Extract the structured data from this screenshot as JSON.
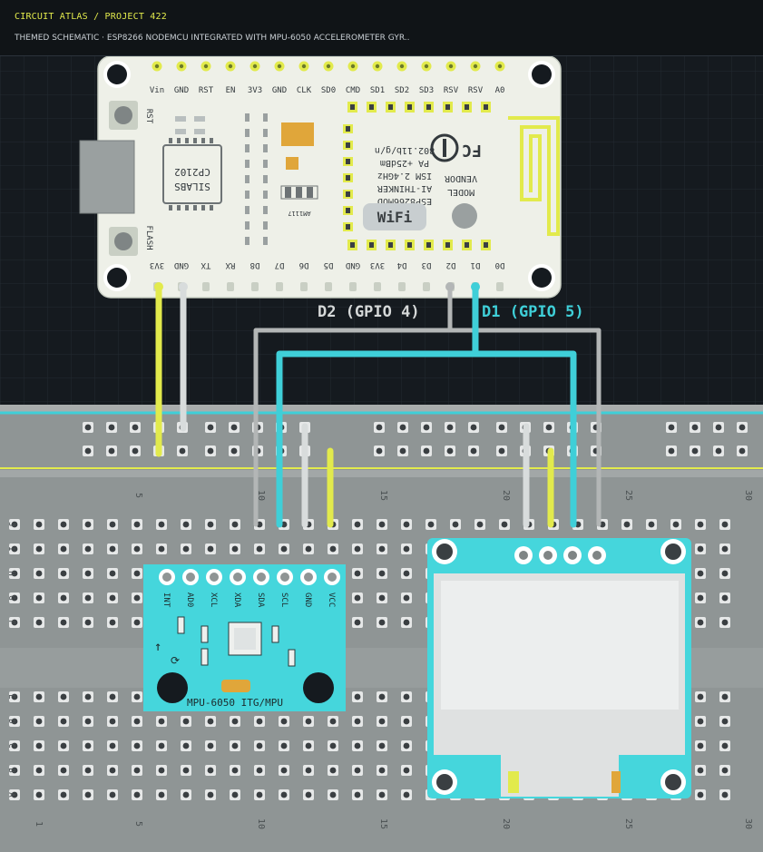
{
  "header": {
    "brand": "CIRCUIT ATLAS / PROJECT 422",
    "subtitle": "THEMED SCHEMATIC · ESP8266 NODEMCU INTEGRATED WITH MPU-6050 ACCELEROMETER GYR.."
  },
  "nodemcu": {
    "top_pins": [
      "Vin",
      "GND",
      "RST",
      "EN",
      "3V3",
      "GND",
      "CLK",
      "SD0",
      "CMD",
      "SD1",
      "SD2",
      "SD3",
      "RSV",
      "RSV",
      "A0"
    ],
    "bottom_pins": [
      "3V3",
      "GND",
      "TX",
      "RX",
      "D8",
      "D7",
      "D6",
      "D5",
      "GND",
      "3V3",
      "D4",
      "D3",
      "D2",
      "D1",
      "D0"
    ],
    "rst_label": "RST",
    "flash_label": "FLASH",
    "chip_lines": [
      "SILABS",
      "CP2102"
    ],
    "regulator_label": "AM1117",
    "module_lines": [
      "802.11b/g/n",
      "PA +25dBm",
      "ISM 2.4GHz",
      "AI-THINKER",
      "ESP8266MOD"
    ],
    "vendor_lines": [
      "MODEL",
      "VENDOR"
    ],
    "wifi_label": "WiFi"
  },
  "signals": {
    "d2_label": "D2 (GPIO 4)",
    "d1_label": "D1 (GPIO 5)"
  },
  "breadboard": {
    "columns_top": [
      "5",
      "10",
      "15",
      "20",
      "25",
      "30"
    ],
    "rows_left_top": [
      "J",
      "I",
      "H",
      "G",
      "F"
    ],
    "rows_left_bottom": [
      "E",
      "D",
      "C",
      "B",
      "A"
    ],
    "columns_bottom": [
      "1",
      "5",
      "10",
      "15",
      "20",
      "25",
      "30"
    ]
  },
  "mpu": {
    "pins": [
      "VCC",
      "GND",
      "SCL",
      "SDA",
      "XDA",
      "XCL",
      "AD0",
      "INT"
    ],
    "label": "MPU-6050 ITG/MPU"
  },
  "colors": {
    "background": "#151a1f",
    "board": "#eef0e8",
    "power_wire": "#e2ea4c",
    "ground_wire": "#d8dcdc",
    "signal_d1": "#3fcfd8",
    "signal_d2": "#b3b6b6",
    "breadboard": "#8f9595",
    "module_teal": "#45d6dc"
  }
}
